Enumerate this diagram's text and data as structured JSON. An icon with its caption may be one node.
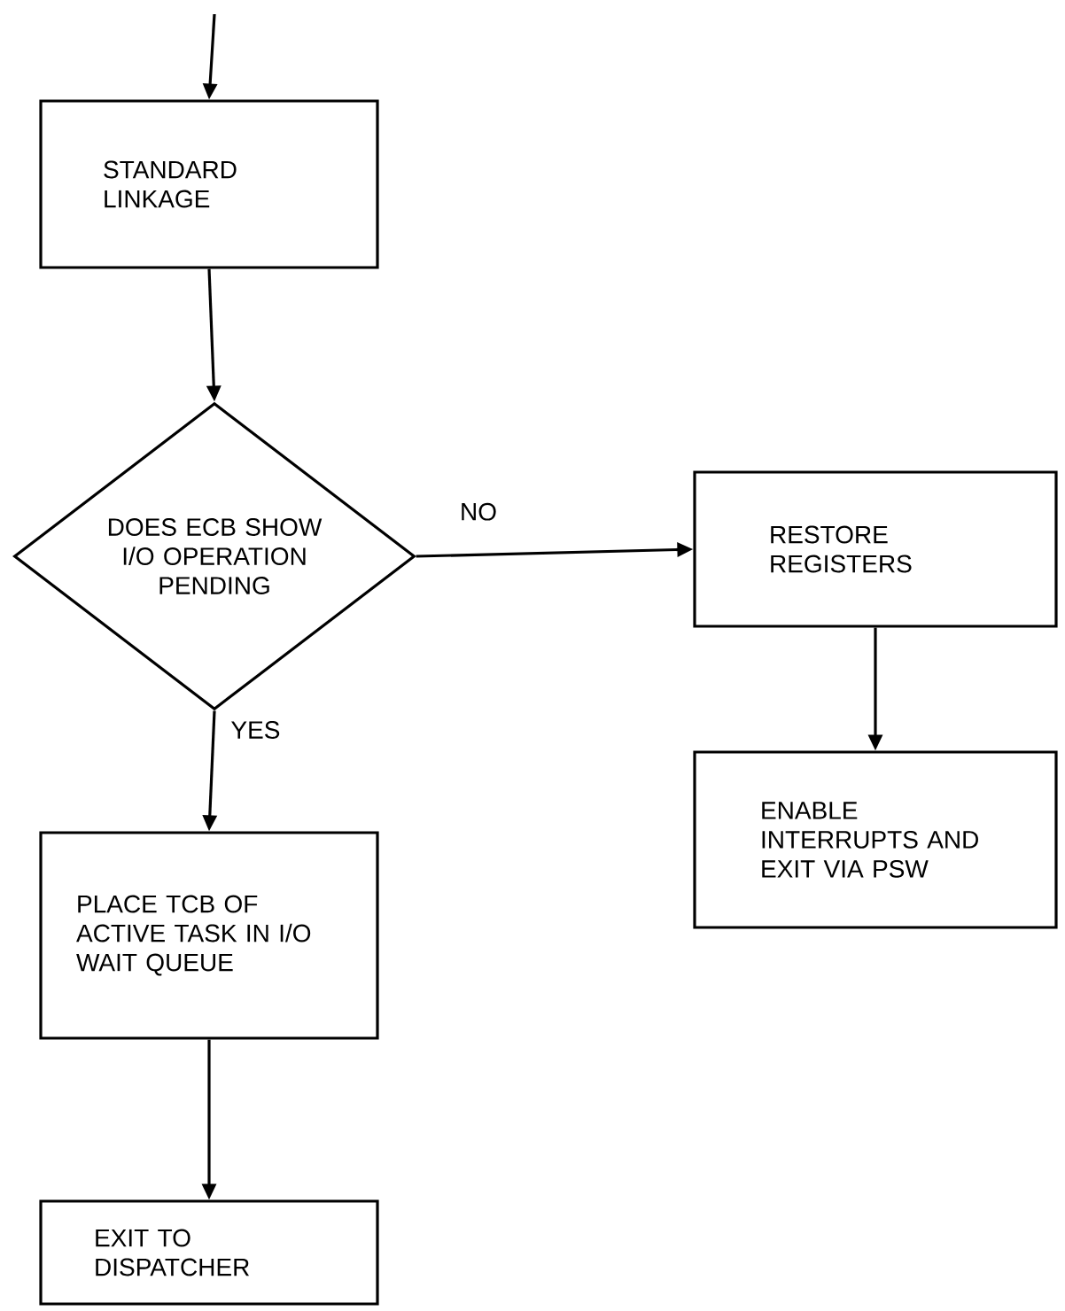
{
  "diagram": {
    "nodes": [
      {
        "text": [
          "STANDARD LINKAGE"
        ]
      },
      {
        "text": [
          "DOES ECB SHOW I/O OPERATION PENDING"
        ]
      },
      {
        "text": [
          "RESTORE REGISTERS"
        ]
      },
      {
        "text": [
          "ENABLE INTERRUPTS AND EXIT VIA PSW"
        ]
      },
      {
        "text": [
          "PLACE TCB OF ACTIVE TASK IN I/O WAIT QUEUE"
        ]
      },
      {
        "text": [
          "EXIT TO DISPATCHER"
        ]
      }
    ],
    "edges": [
      {
        "from": null,
        "to": 0,
        "arrow": "to"
      },
      {
        "from": 0,
        "to": 1,
        "arrow": "to"
      },
      {
        "from": 1,
        "to": 2,
        "arrow": "to",
        "label": "NO"
      },
      {
        "from": 1,
        "to": 4,
        "arrow": "to",
        "label": "YES"
      },
      {
        "from": 2,
        "to": 3,
        "arrow": "to"
      },
      {
        "from": 4,
        "to": 5,
        "arrow": "to"
      }
    ]
  }
}
